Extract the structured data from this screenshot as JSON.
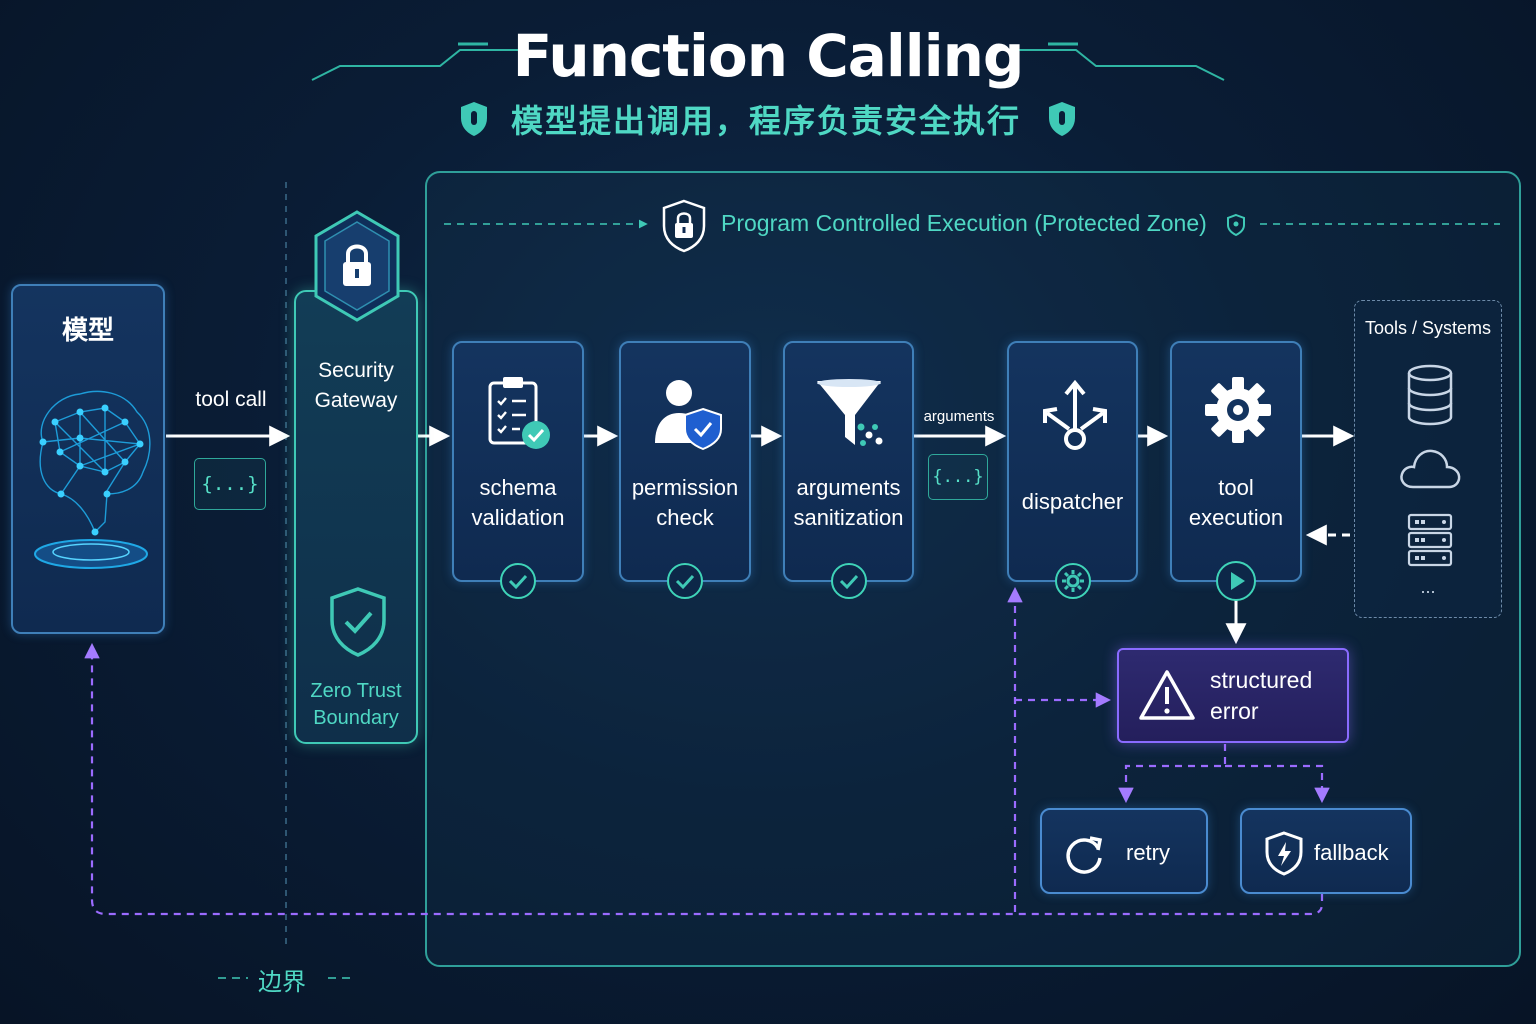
{
  "header": {
    "title": "Function Calling",
    "subtitle": "模型提出调用，程序负责安全执行"
  },
  "model_panel": {
    "label": "模型"
  },
  "tool_call": {
    "label": "tool call",
    "payload": "{...}"
  },
  "gateway": {
    "label": "Security\nGateway",
    "zero_trust_label": "Zero Trust\nBoundary"
  },
  "protected_zone": {
    "title": "Program Controlled Execution (Protected Zone)"
  },
  "pipeline": [
    {
      "label": "schema\nvalidation",
      "icon": "clipboard-check-icon",
      "badge": "check-icon"
    },
    {
      "label": "permission\ncheck",
      "icon": "user-shield-icon",
      "badge": "check-icon"
    },
    {
      "label": "arguments\nsanitization",
      "icon": "funnel-icon",
      "badge": "check-icon"
    },
    {
      "label": "dispatcher",
      "icon": "branch-arrows-icon",
      "badge": "gear-icon"
    },
    {
      "label": "tool\nexecution",
      "icon": "gear-icon",
      "badge": "play-icon"
    }
  ],
  "arguments_link": {
    "label": "arguments",
    "payload": "{...}"
  },
  "tools_panel": {
    "title": "Tools / Systems",
    "icons": [
      "database-icon",
      "cloud-icon",
      "server-icon"
    ],
    "more": "..."
  },
  "error_box": {
    "label": "structured\nerror"
  },
  "retry": {
    "label": "retry"
  },
  "fallback": {
    "label": "fallback"
  },
  "boundary": {
    "label": "边界"
  },
  "colors": {
    "background": "#0a1d36",
    "teal": "#4fd8c4",
    "card_border": "#3f7fb8",
    "purple": "#9b6bff",
    "error_bg": "#2a2466"
  }
}
